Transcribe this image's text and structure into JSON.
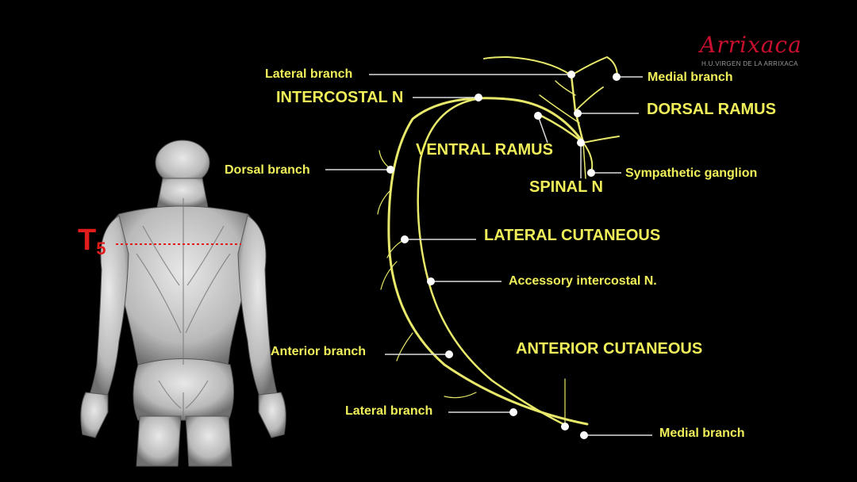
{
  "logo": {
    "name": "Arrixaca",
    "subtitle": "H.U.VIRGEN DE LA ARRIXACA"
  },
  "level": {
    "letter": "T",
    "number": "5"
  },
  "labels": {
    "lateral_branch_top": "Lateral branch",
    "medial_branch_top": "Medial branch",
    "intercostal_n": "INTERCOSTAL N",
    "dorsal_ramus": "DORSAL RAMUS",
    "ventral_ramus": "VENTRAL RAMUS",
    "dorsal_branch": "Dorsal branch",
    "sympathetic_ganglion": "Sympathetic ganglion",
    "spinal_n": "SPINAL N",
    "lateral_cutaneous": "LATERAL CUTANEOUS",
    "accessory_intercostal": "Accessory intercostal N.",
    "anterior_branch": "Anterior branch",
    "anterior_cutaneous": "ANTERIOR CUTANEOUS",
    "lateral_branch_bottom": "Lateral branch",
    "medial_branch_bottom": "Medial branch"
  },
  "colors": {
    "background": "#000000",
    "nerve": "#e8e86a",
    "label": "#f0ef5a",
    "marker": "#e21b1b",
    "logo": "#c8102e"
  }
}
